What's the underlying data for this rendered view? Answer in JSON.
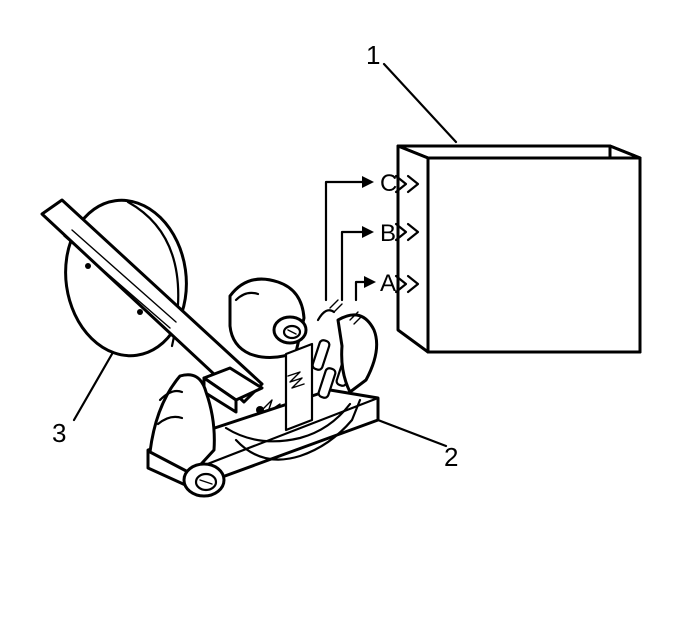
{
  "callouts": {
    "module": "1",
    "sensor_body": "2",
    "float": "3"
  },
  "terminals": {
    "c": "C",
    "b": "B",
    "a": "A"
  },
  "colors": {
    "ink": "#000000",
    "paper": "#ffffff"
  }
}
